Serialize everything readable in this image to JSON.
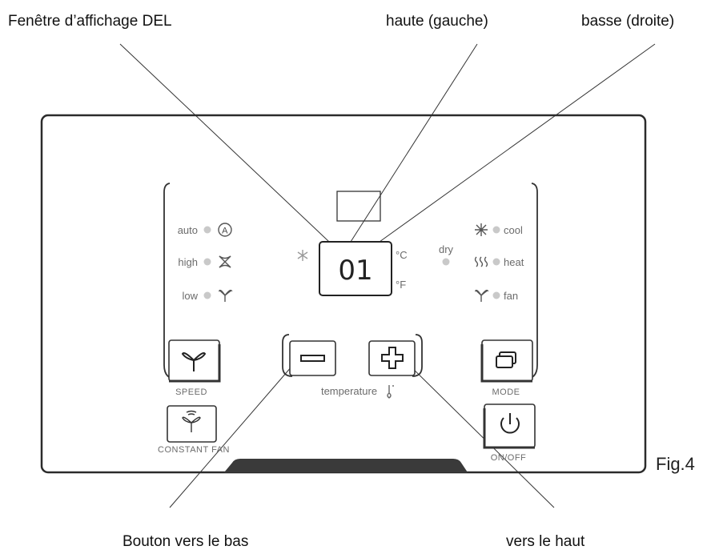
{
  "callouts": {
    "led_window": "Fenêtre d’affichage DEL",
    "high_left": "haute (gauche)",
    "low_right": "basse (droite)",
    "down_button": "Bouton vers le bas",
    "up_button": "vers le haut"
  },
  "figure_label": "Fig.4",
  "display": {
    "value": "01",
    "celsius": "°C",
    "fahrenheit": "°F"
  },
  "speed_modes": [
    "auto",
    "high",
    "low"
  ],
  "mode_options": [
    "cool",
    "heat",
    "fan"
  ],
  "dry_label": "dry",
  "buttons": {
    "speed": "SPEED",
    "constant_fan": "CONSTANT FAN",
    "mode": "MODE",
    "on_off": "ON/OFF",
    "temperature": "temperature"
  },
  "icons": {
    "auto": "auto-circle-icon",
    "high": "high-fan-icon",
    "low": "low-fan-icon",
    "cool": "snowflake-icon",
    "heat": "heat-waves-icon",
    "fan": "fan-icon",
    "minus": "minus-icon",
    "plus": "plus-icon",
    "thermometer": "thermometer-icon",
    "power": "power-icon",
    "mode": "mode-icon",
    "speed": "speed-fan-icon",
    "constant_fan": "constant-fan-icon"
  },
  "colors": {
    "panel_border": "#2b2b2b",
    "indicator_dot": "#c9c9c9",
    "bottom_bar": "#3a3a3a"
  }
}
